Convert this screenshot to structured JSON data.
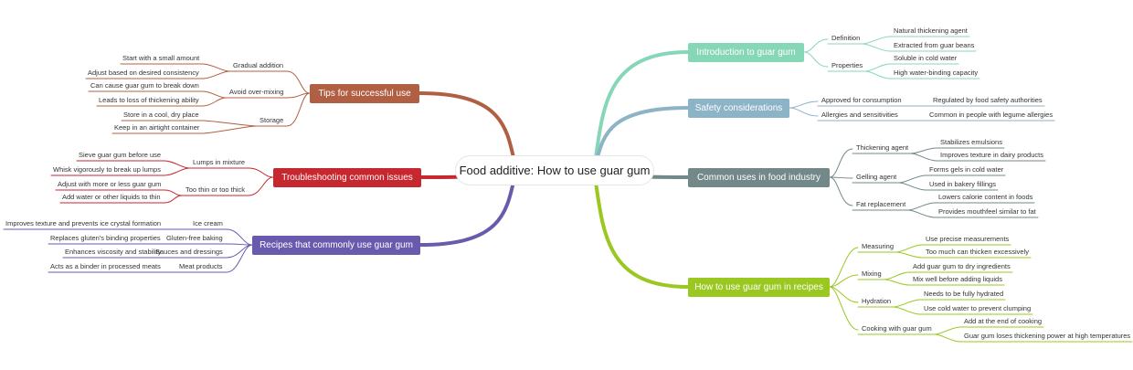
{
  "root": "Food additive: How to use guar gum",
  "branches": [
    {
      "label": "Introduction to guar gum",
      "color": "#86d7b8",
      "children": [
        {
          "label": "Definition",
          "children": [
            "Natural thickening agent",
            "Extracted from guar beans"
          ]
        },
        {
          "label": "Properties",
          "children": [
            "Soluble in cold water",
            "High water-binding capacity"
          ]
        }
      ]
    },
    {
      "label": "Safety considerations",
      "color": "#8db3c7",
      "children": [
        {
          "label": "Approved for consumption",
          "children": [
            "Regulated by food safety authorities"
          ]
        },
        {
          "label": "Allergies and sensitivities",
          "children": [
            "Common in people with legume allergies"
          ]
        }
      ]
    },
    {
      "label": "Common uses in food industry",
      "color": "#728889",
      "children": [
        {
          "label": "Thickening agent",
          "children": [
            "Stabilizes emulsions",
            "Improves texture in dairy products"
          ]
        },
        {
          "label": "Gelling agent",
          "children": [
            "Forms gels in cold water",
            "Used in bakery fillings"
          ]
        },
        {
          "label": "Fat replacement",
          "children": [
            "Lowers calorie content in foods",
            "Provides mouthfeel similar to fat"
          ]
        }
      ]
    },
    {
      "label": "How to use guar gum in recipes",
      "color": "#9ac720",
      "children": [
        {
          "label": "Measuring",
          "children": [
            "Use precise measurements",
            "Too much can thicken excessively"
          ]
        },
        {
          "label": "Mixing",
          "children": [
            "Add guar gum to dry ingredients",
            "Mix well before adding liquids"
          ]
        },
        {
          "label": "Hydration",
          "children": [
            "Needs to be fully hydrated",
            "Use cold water to prevent clumping"
          ]
        },
        {
          "label": "Cooking with guar gum",
          "children": [
            "Add at the end of cooking",
            "Guar gum loses thickening power at high temperatures"
          ]
        }
      ]
    },
    {
      "label": "Tips for successful use",
      "color": "#b15f42",
      "children": [
        {
          "label": "Gradual addition",
          "children": [
            "Start with a small amount",
            "Adjust based on desired consistency"
          ]
        },
        {
          "label": "Avoid over-mixing",
          "children": [
            "Can cause guar gum to break down",
            "Leads to loss of thickening ability"
          ]
        },
        {
          "label": "Storage",
          "children": [
            "Store in a cool, dry place",
            "Keep in an airtight container"
          ]
        }
      ]
    },
    {
      "label": "Troubleshooting common issues",
      "color": "#c7272f",
      "children": [
        {
          "label": "Lumps in mixture",
          "children": [
            "Sieve guar gum before use",
            "Whisk vigorously to break up lumps"
          ]
        },
        {
          "label": "Too thin or too thick",
          "children": [
            "Adjust with more or less guar gum",
            "Add water or other liquids to thin"
          ]
        }
      ]
    },
    {
      "label": "Recipes that commonly use guar gum",
      "color": "#6a5aad",
      "children": [
        {
          "label": "Ice cream",
          "children": [
            "Improves texture and prevents ice crystal formation"
          ]
        },
        {
          "label": "Gluten-free baking",
          "children": [
            "Replaces gluten's binding properties"
          ]
        },
        {
          "label": "Sauces and dressings",
          "children": [
            "Enhances viscosity and stability"
          ]
        },
        {
          "label": "Meat products",
          "children": [
            "Acts as a binder in processed meats"
          ]
        }
      ]
    }
  ]
}
